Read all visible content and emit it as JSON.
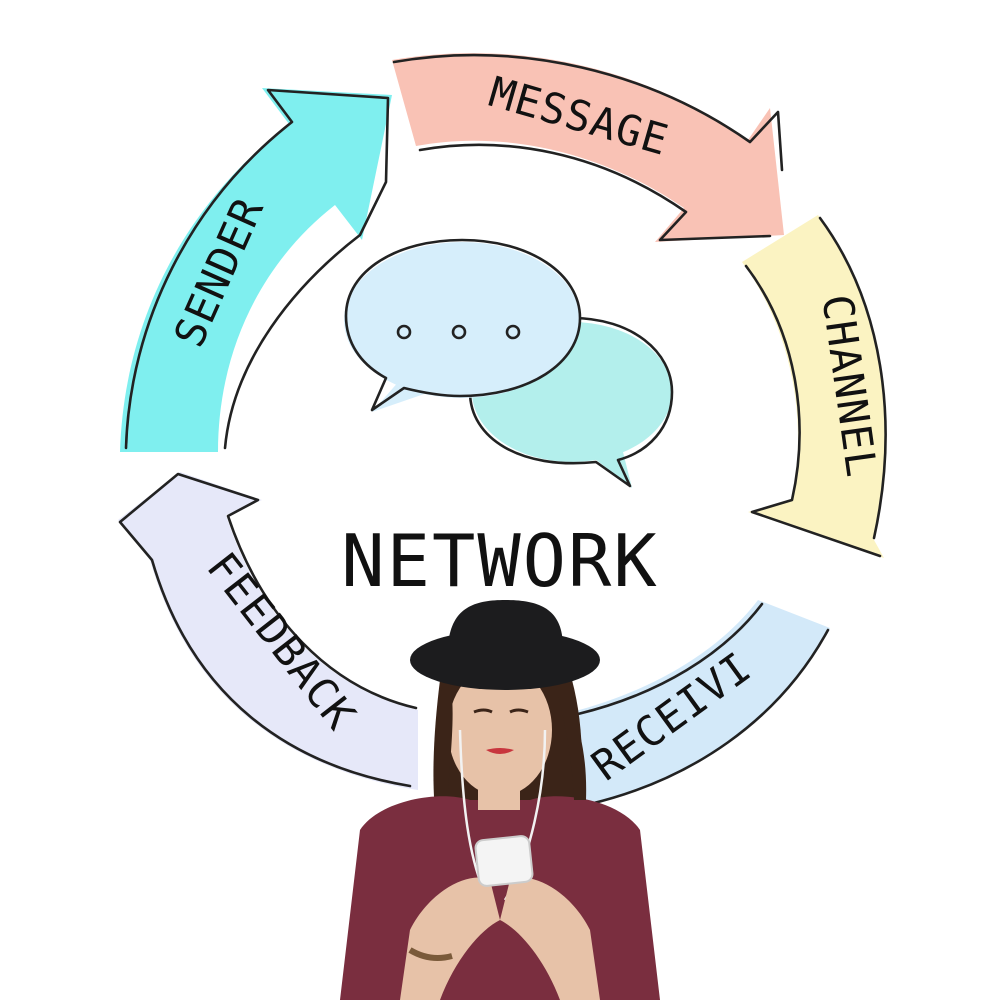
{
  "diagram": {
    "title": "NETWORK",
    "stages": [
      {
        "id": "sender",
        "label": "SENDER",
        "color": "#7FEFEF"
      },
      {
        "id": "message",
        "label": "MESSAGE",
        "color": "#F9C2B5"
      },
      {
        "id": "channel",
        "label": "CHANNEL",
        "color": "#FBF3C2"
      },
      {
        "id": "receiver",
        "label": "RECEIVI",
        "color": "#D3E9F9"
      },
      {
        "id": "feedback",
        "label": "FEEDBACK",
        "color": "#E6E8F9"
      }
    ],
    "chat_icon": {
      "icon": "speech-bubbles-icon",
      "bubble_front_color": "#D6EEFB",
      "bubble_back_color": "#B3EFEC",
      "outline_color": "#222222"
    },
    "person": {
      "icon": "woman-with-phone-photo",
      "hat_color": "#1C1C1E",
      "hair_color": "#3B2418",
      "shirt_color": "#7A2E3F",
      "skin_color": "#E7C2A8"
    }
  }
}
